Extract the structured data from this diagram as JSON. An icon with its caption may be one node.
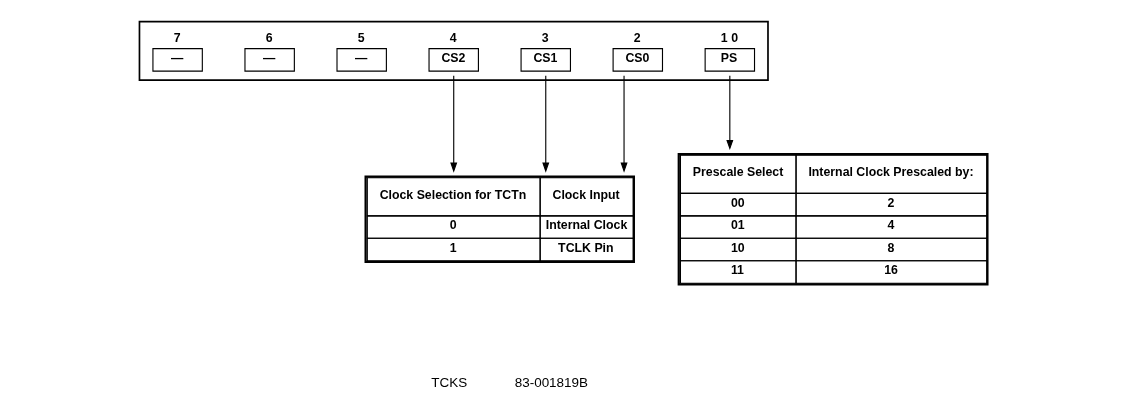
{
  "diagram": {
    "nodes": [
      {
        "text": [],
        "shape": "bar"
      },
      {
        "text": [
          "—"
        ],
        "in": 0,
        "beside": [
          "7"
        ]
      },
      {
        "text": [
          "—"
        ],
        "in": 0,
        "beside": [
          "6"
        ]
      },
      {
        "text": [
          "—"
        ],
        "in": 0,
        "beside": [
          "5"
        ]
      },
      {
        "text": [
          "CS2"
        ],
        "in": 0,
        "beside": [
          "4"
        ]
      },
      {
        "text": [
          "CS1"
        ],
        "in": 0,
        "beside": [
          "3"
        ]
      },
      {
        "text": [
          "CS0"
        ],
        "in": 0,
        "beside": [
          "2"
        ]
      },
      {
        "text": [
          "PS"
        ],
        "in": 0,
        "beside": [
          "1 0"
        ]
      },
      {
        "text": [
          "Prescale Select",
          "Internal Clock Prescaled by:",
          "00",
          "2",
          "01",
          "4",
          "10",
          "8",
          "11",
          "16"
        ]
      },
      {
        "text": [
          "Clock Selection for TCTn",
          "Clock Input",
          "0",
          "Internal Clock",
          "1",
          "TCLK Pin"
        ]
      }
    ],
    "edges": [
      {
        "from": 7,
        "to": 8,
        "arrow": "to"
      },
      {
        "from": 6,
        "to": 9,
        "arrow": "to"
      },
      {
        "from": 5,
        "to": 9,
        "arrow": "to"
      },
      {
        "from": 4,
        "to": 9,
        "arrow": "to"
      }
    ],
    "labels": [
      "TCKS",
      "83-001819B"
    ]
  }
}
